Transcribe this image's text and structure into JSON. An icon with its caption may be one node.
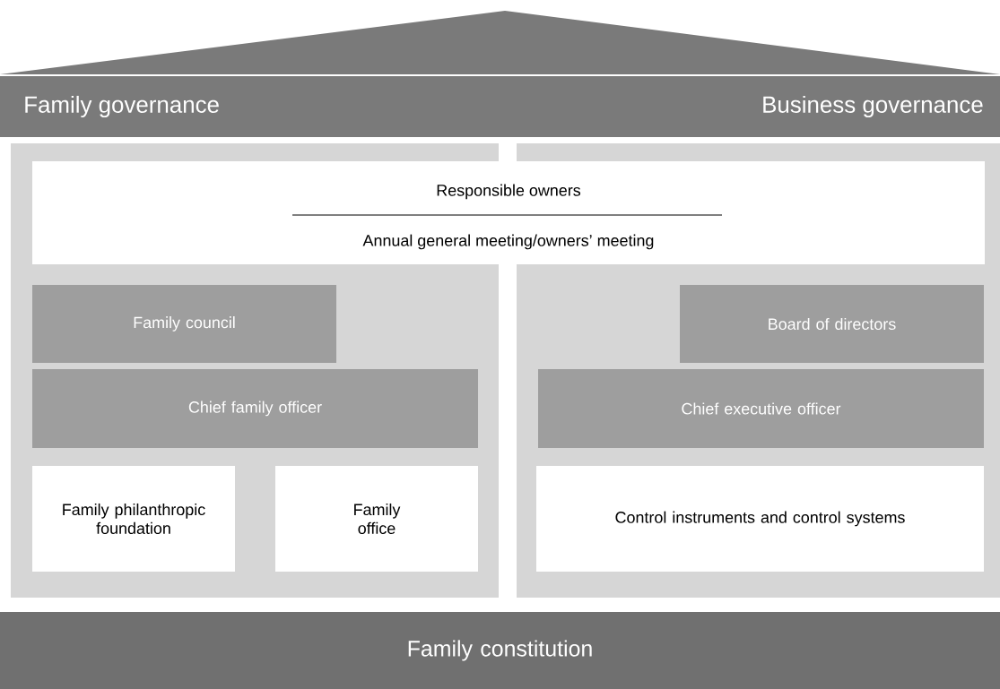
{
  "diagram": {
    "nodes": [
      {
        "text": [
          "Family governance",
          "Business governance"
        ]
      },
      {
        "text": [
          "Responsible owners",
          "Annual general meeting/owners’ meeting"
        ]
      },
      {
        "text": [
          "Family council"
        ]
      },
      {
        "text": [
          "Board of directors"
        ]
      },
      {
        "text": [
          "Chief family officer"
        ]
      },
      {
        "text": [
          "Chief executive officer"
        ]
      },
      {
        "text": [
          "Family philanthropic foundation"
        ]
      },
      {
        "text": [
          "Family office"
        ]
      },
      {
        "text": [
          "Control instruments and control systems"
        ]
      },
      {
        "text": [
          "Family constitution"
        ]
      }
    ]
  }
}
